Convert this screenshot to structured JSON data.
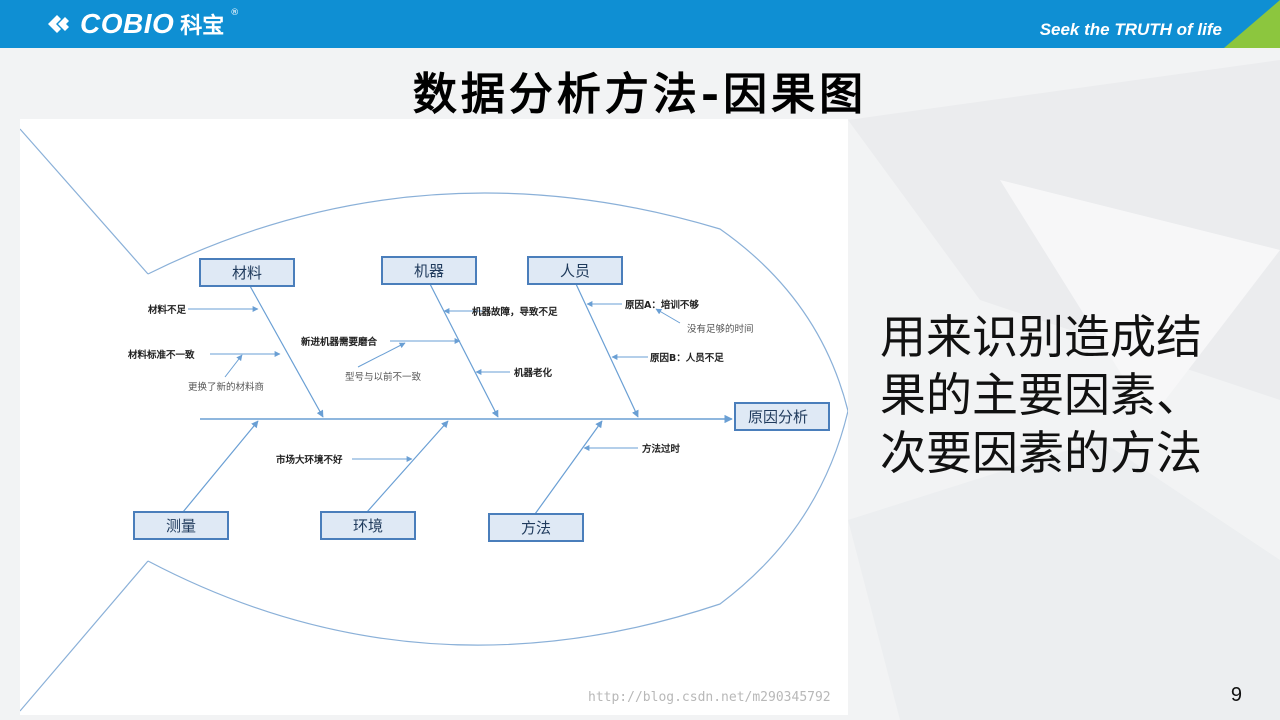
{
  "header": {
    "logo_text": "COBIO",
    "logo_cn": "科宝",
    "logo_reg": "®",
    "slogan": "Seek the TRUTH of life"
  },
  "title": "数据分析方法-因果图",
  "diagram": {
    "head_label": "原因分析",
    "top_categories": [
      {
        "label": "材料"
      },
      {
        "label": "机器"
      },
      {
        "label": "人员"
      }
    ],
    "bottom_categories": [
      {
        "label": "测量"
      },
      {
        "label": "环境"
      },
      {
        "label": "方法"
      }
    ],
    "causes": {
      "material_1": "材料不足",
      "material_2": "材料标准不一致",
      "material_note": "更换了新的材料商",
      "machine_new": "新进机器需要磨合",
      "machine_note": "型号与以前不一致",
      "machine_fault": "机器故障，导致不足",
      "machine_aging": "机器老化",
      "people_a": "原因A：培训不够",
      "people_note": "没有足够的时间",
      "people_b": "原因B：人员不足",
      "env_1": "市场大环境不好",
      "method_1": "方法过时"
    },
    "watermark": "http://blog.csdn.net/m290345792"
  },
  "side_text": "用来识别造成结果的主要因素、次要因素的方法",
  "page_number": "9",
  "colors": {
    "header_blue": "#0f8fd3",
    "accent_green": "#8cc63e",
    "box_blue": "#4a7ebb",
    "box_fill": "#dfe9f5",
    "line_blue": "#6a9fd4"
  }
}
